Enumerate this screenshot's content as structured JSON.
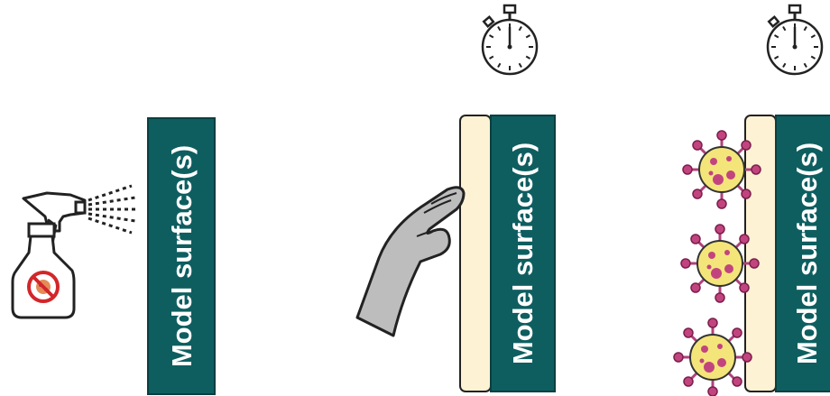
{
  "panels": [
    {
      "surface_label": "Model surface(s)"
    },
    {
      "surface_label": "Model surface(s)"
    },
    {
      "surface_label": "Model surface(s)"
    }
  ],
  "colors": {
    "surface": "#0e5e60",
    "coating": "#fdf2d4",
    "virus_body": "#f4e57a",
    "virus_spots": "#c2447e",
    "glove": "#bdbdbd"
  },
  "icons": [
    "spray-bottle-icon",
    "stopwatch-icon",
    "glove-hand-icon",
    "virus-icon"
  ]
}
